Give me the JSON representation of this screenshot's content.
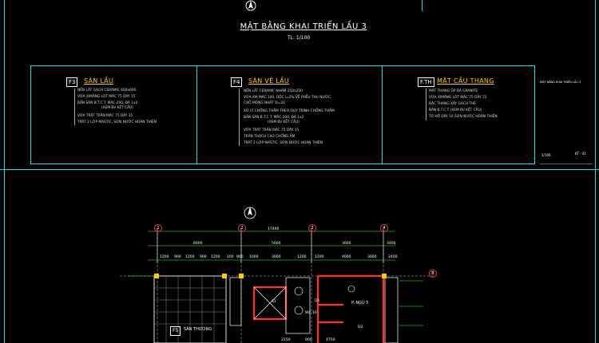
{
  "header": {
    "title": "MẶT BẰNG KHAI TRIỂN LẦU 3",
    "scale": "TL: 1/100"
  },
  "notes": [
    {
      "tag": "F3",
      "heading": "SÀN LẦU",
      "items": [
        "NỀN LÁT GẠCH CERAMIC 600x600",
        "VỮA XIMĂNG LÓT MÁC 75 DÀY 15",
        "BẢN SÀN B.T.C.T. MÁC 200, ĐÁ 1x2",
        "(XEM BV KẾT CẤU)",
        "VỮA TRÁT TRẦN MÁC 75 DÀY 15",
        "TRÁT 2 LỚP MASTIC, SƠN NƯỚC HOÀN THIỆN"
      ]
    },
    {
      "tag": "F4",
      "heading": "SÀN VỆ LẦU",
      "items": [
        "NỀN LÁT CERAMIC NHÁM 250x250",
        "VỮA XM MÁC 100, DỐC i=2% VỀ PHỄU THU NƯỚC",
        "CHỖ MỎNG NHẤT Đ=20",
        "XỬ LÝ CHỐNG THẤM THEO QUY TRÌNH CHỐNG THẤM",
        "BẢN SÀN B.T.C.T. MÁC 200, ĐÁ 1x2",
        "(XEM BV KẾT CẤU)",
        "VỮA TRÁT TRẦN MÁC 75 DÀY 15",
        "TRẦN THẠCH CAO CHỐNG ẨM",
        "TRÁT 2 LỚP MASTIC, SƠN NƯỚC HOÀN THIỆN"
      ]
    },
    {
      "tag": "F.TH",
      "heading": "MẶT CẦU THANG",
      "items": [
        "MẶT THANG ỐP ĐÁ GRANITE",
        "VỮA XIMĂNG LÓT MÁC 75 DÀY 15",
        "BẬC THANG XÂY GẠCH THẺ",
        "BẢN B.T.C.T (XEM BV KẾT CẤU)",
        "TÔ HỒ DÀY 10 SƠN NƯỚC HOÀN THIỆN"
      ]
    }
  ],
  "sidebar_title": "MẶT BẰNG KHAI TRIỂN LẦU 3",
  "sidebar_bottom": {
    "left": "1/100",
    "right": "KT - 01"
  },
  "plan": {
    "grid_labels": [
      "1",
      "2",
      "3",
      "4"
    ],
    "axis_b": "B",
    "overall_dim": "17400",
    "span_dims": [
      "6000",
      "5000",
      "3000",
      "3400"
    ],
    "sub_dims": [
      "1200",
      "900",
      "1200",
      "900",
      "1200",
      "200",
      "900",
      "1000",
      "3000",
      "1200",
      "1200",
      "4000",
      "3000",
      "2400"
    ],
    "rooms": {
      "terrace": "SÂN THƯỢNG",
      "terrace_tag": "F5",
      "wc": "WC 10",
      "bedroom": "P. NGỦ 5",
      "door_d1": "D1",
      "door_d2": "D2",
      "stair": "S1"
    },
    "bottom_dims": [
      "2150",
      "900",
      "1750"
    ]
  },
  "colors": {
    "frame": "#19e0e0",
    "wall": "#ff3030",
    "text": "#ffffff",
    "accent": "#ffcc00",
    "green": "#33ff33"
  }
}
